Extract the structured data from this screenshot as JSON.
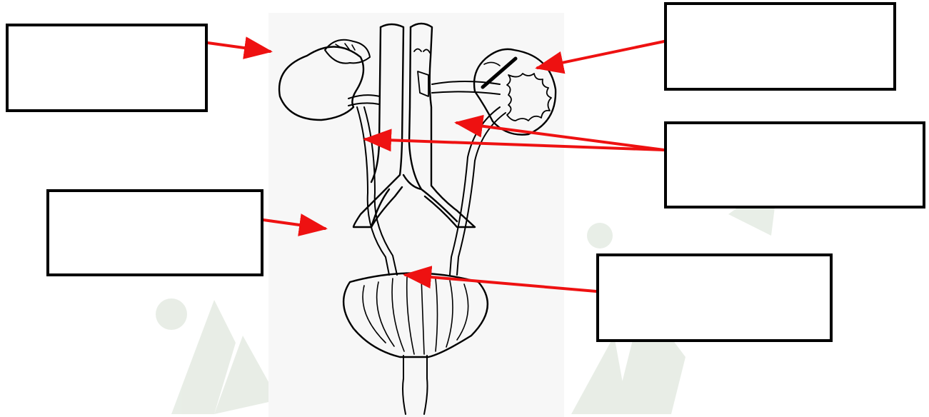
{
  "diagram": {
    "subject": "urinary-system",
    "label_boxes": [
      {
        "id": "kidney-left",
        "text": ""
      },
      {
        "id": "kidney-right-section",
        "text": ""
      },
      {
        "id": "ureters",
        "text": ""
      },
      {
        "id": "iliac-vessels",
        "text": ""
      },
      {
        "id": "bladder",
        "text": ""
      }
    ],
    "colors": {
      "arrow": "#ee1111",
      "outline": "#000000",
      "panel_background": "#f7f7f7",
      "watermark": "#e6ece4"
    }
  }
}
